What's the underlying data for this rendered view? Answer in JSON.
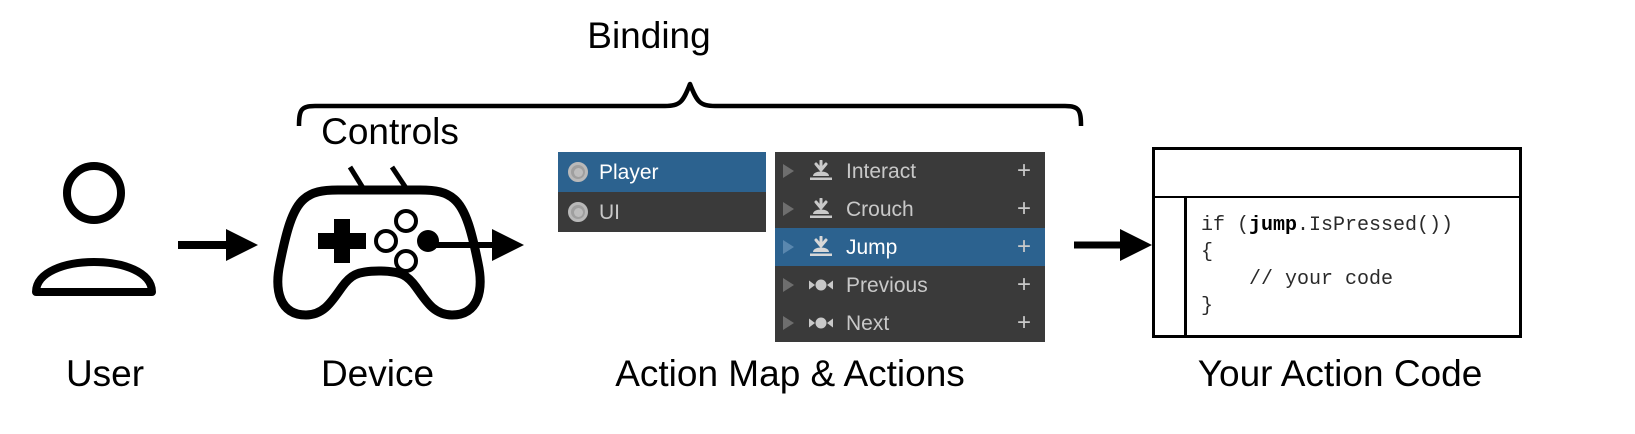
{
  "diagram": {
    "title_brace_label": "Binding",
    "controls_label": "Controls",
    "stage_captions": [
      {
        "name": "user",
        "label": "User"
      },
      {
        "name": "device",
        "label": "Device"
      },
      {
        "name": "action-map",
        "label": "Action Map & Actions"
      },
      {
        "name": "action-code",
        "label": "Your Action Code"
      }
    ]
  },
  "action_maps": {
    "items": [
      {
        "label": "Player",
        "selected": true,
        "icon": "action-map-icon"
      },
      {
        "label": "UI",
        "selected": false,
        "icon": "action-map-icon"
      }
    ]
  },
  "actions": {
    "items": [
      {
        "label": "Interact",
        "selected": false,
        "icon": "button-action-icon",
        "add": "+"
      },
      {
        "label": "Crouch",
        "selected": false,
        "icon": "button-action-icon",
        "add": "+"
      },
      {
        "label": "Jump",
        "selected": true,
        "icon": "button-action-icon",
        "add": "+"
      },
      {
        "label": "Previous",
        "selected": false,
        "icon": "axis-action-icon",
        "add": "+"
      },
      {
        "label": "Next",
        "selected": false,
        "icon": "axis-action-icon",
        "add": "+"
      }
    ]
  },
  "code": {
    "line1_prefix": "if (",
    "line1_bold": "jump",
    "line1_suffix": ".IsPressed())",
    "line2": "{",
    "line3": "    // your code",
    "line4": "}"
  },
  "colors": {
    "selection_blue": "#2c628f",
    "row_dark": "#3a3a3a",
    "row_text": "#c8c8c8",
    "selected_text": "#ffffff",
    "ink": "#000000",
    "background": "#ffffff"
  }
}
